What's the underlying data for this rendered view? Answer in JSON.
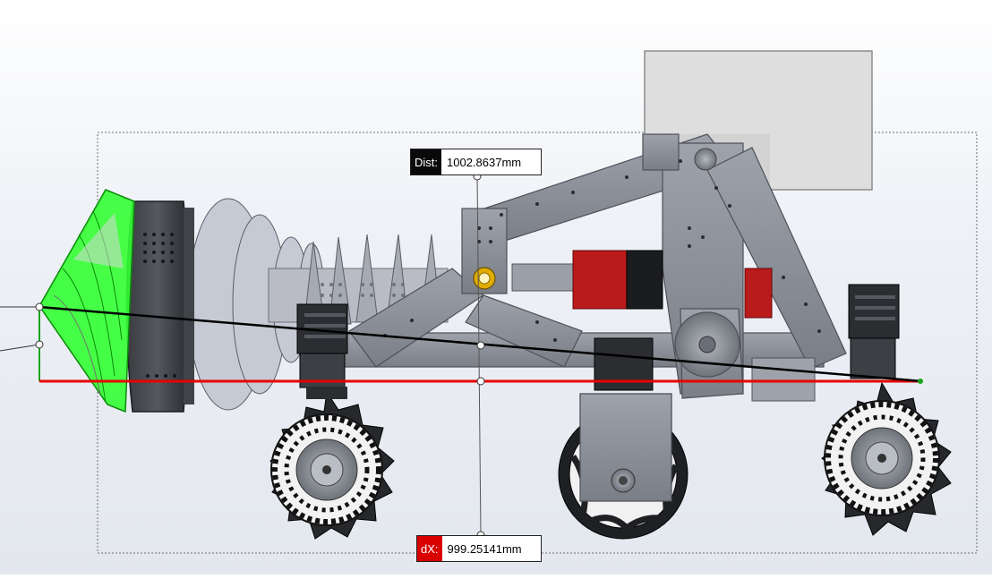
{
  "measurement": {
    "distance": {
      "label": "Dist:",
      "value": "1002.8637mm"
    },
    "delta_x": {
      "label": "dX:",
      "value": "999.25141mm"
    }
  },
  "colors": {
    "selection_highlight": "#33ff33",
    "measure_distance_line": "#000000",
    "measure_dx_line": "#e60000",
    "bounding_box": "#666666",
    "part_metal": "#8c9099",
    "part_dark": "#2b2d31",
    "wheel_red": "#b81a1a",
    "bearing_gold": "#d9a400",
    "panel_light": "#e2e2e2"
  },
  "model": {
    "components": [
      "auger-cutter",
      "chassis-frame",
      "arm-linkage",
      "front-wheel",
      "middle-wheel",
      "rear-wheel",
      "stepper-motor",
      "enclosure-box"
    ]
  }
}
